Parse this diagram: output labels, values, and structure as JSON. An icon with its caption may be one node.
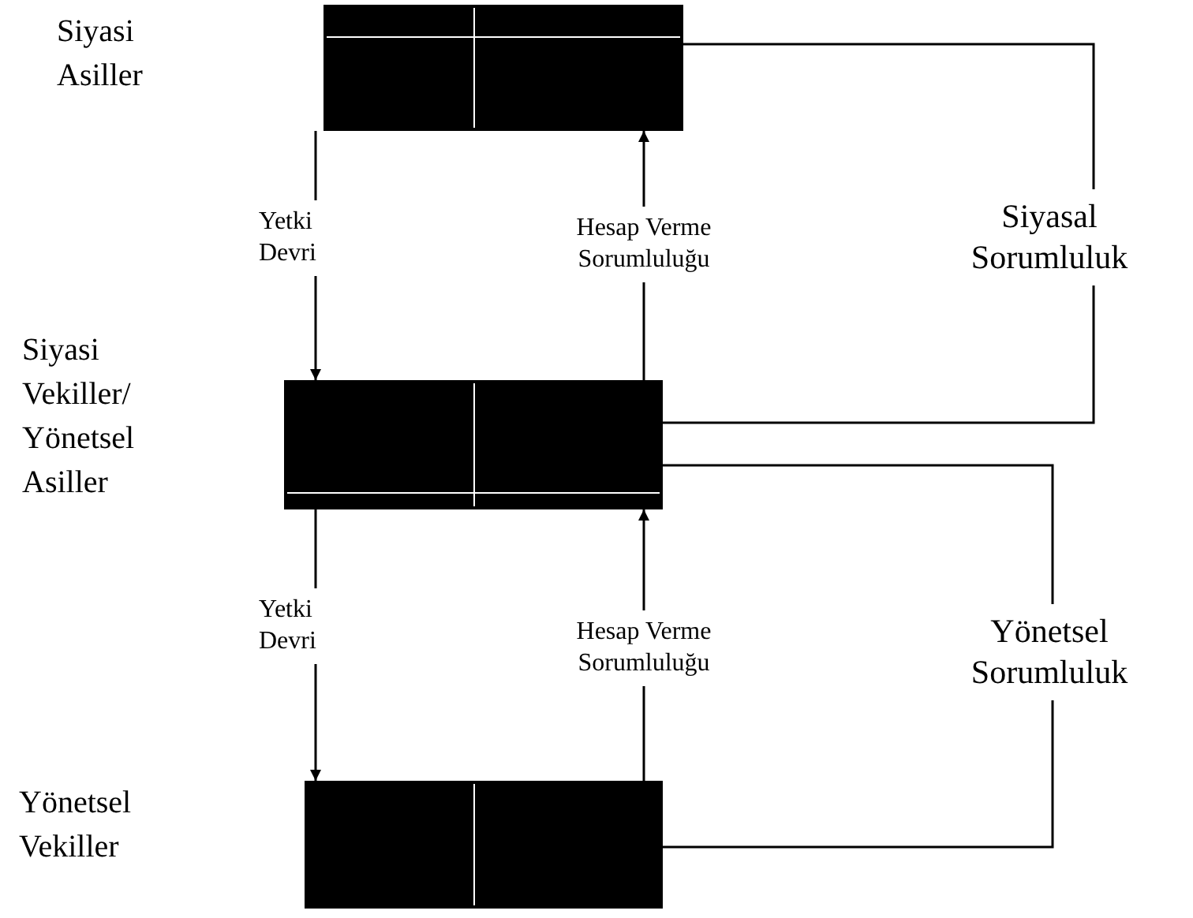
{
  "diagram": {
    "nodes": [
      {
        "text": [],
        "shape": "box"
      },
      {
        "text": [],
        "shape": "box"
      },
      {
        "text": [],
        "shape": "box"
      }
    ],
    "edges": [
      {
        "from": 0,
        "to": 1,
        "arrow": "to",
        "label": "Yetki Devri"
      },
      {
        "from": 1,
        "to": 0,
        "arrow": "to",
        "label": "Hesap Verme Sorumluluğu"
      },
      {
        "from": 0,
        "to": 1,
        "arrow": "none",
        "label": "Siyasal Sorumluluk"
      },
      {
        "from": 1,
        "to": 2,
        "arrow": "to",
        "label": "Yetki Devri"
      },
      {
        "from": 2,
        "to": 1,
        "arrow": "to",
        "label": "Hesap Verme Sorumluluğu"
      },
      {
        "from": 1,
        "to": 2,
        "arrow": "none",
        "label": "Yönetsel Sorumluluk"
      }
    ],
    "labels": [
      "Siyasi Asiller",
      "Siyasi Vekiller/ Yönetsel Asiller",
      "Yönetsel Vekiller"
    ]
  }
}
